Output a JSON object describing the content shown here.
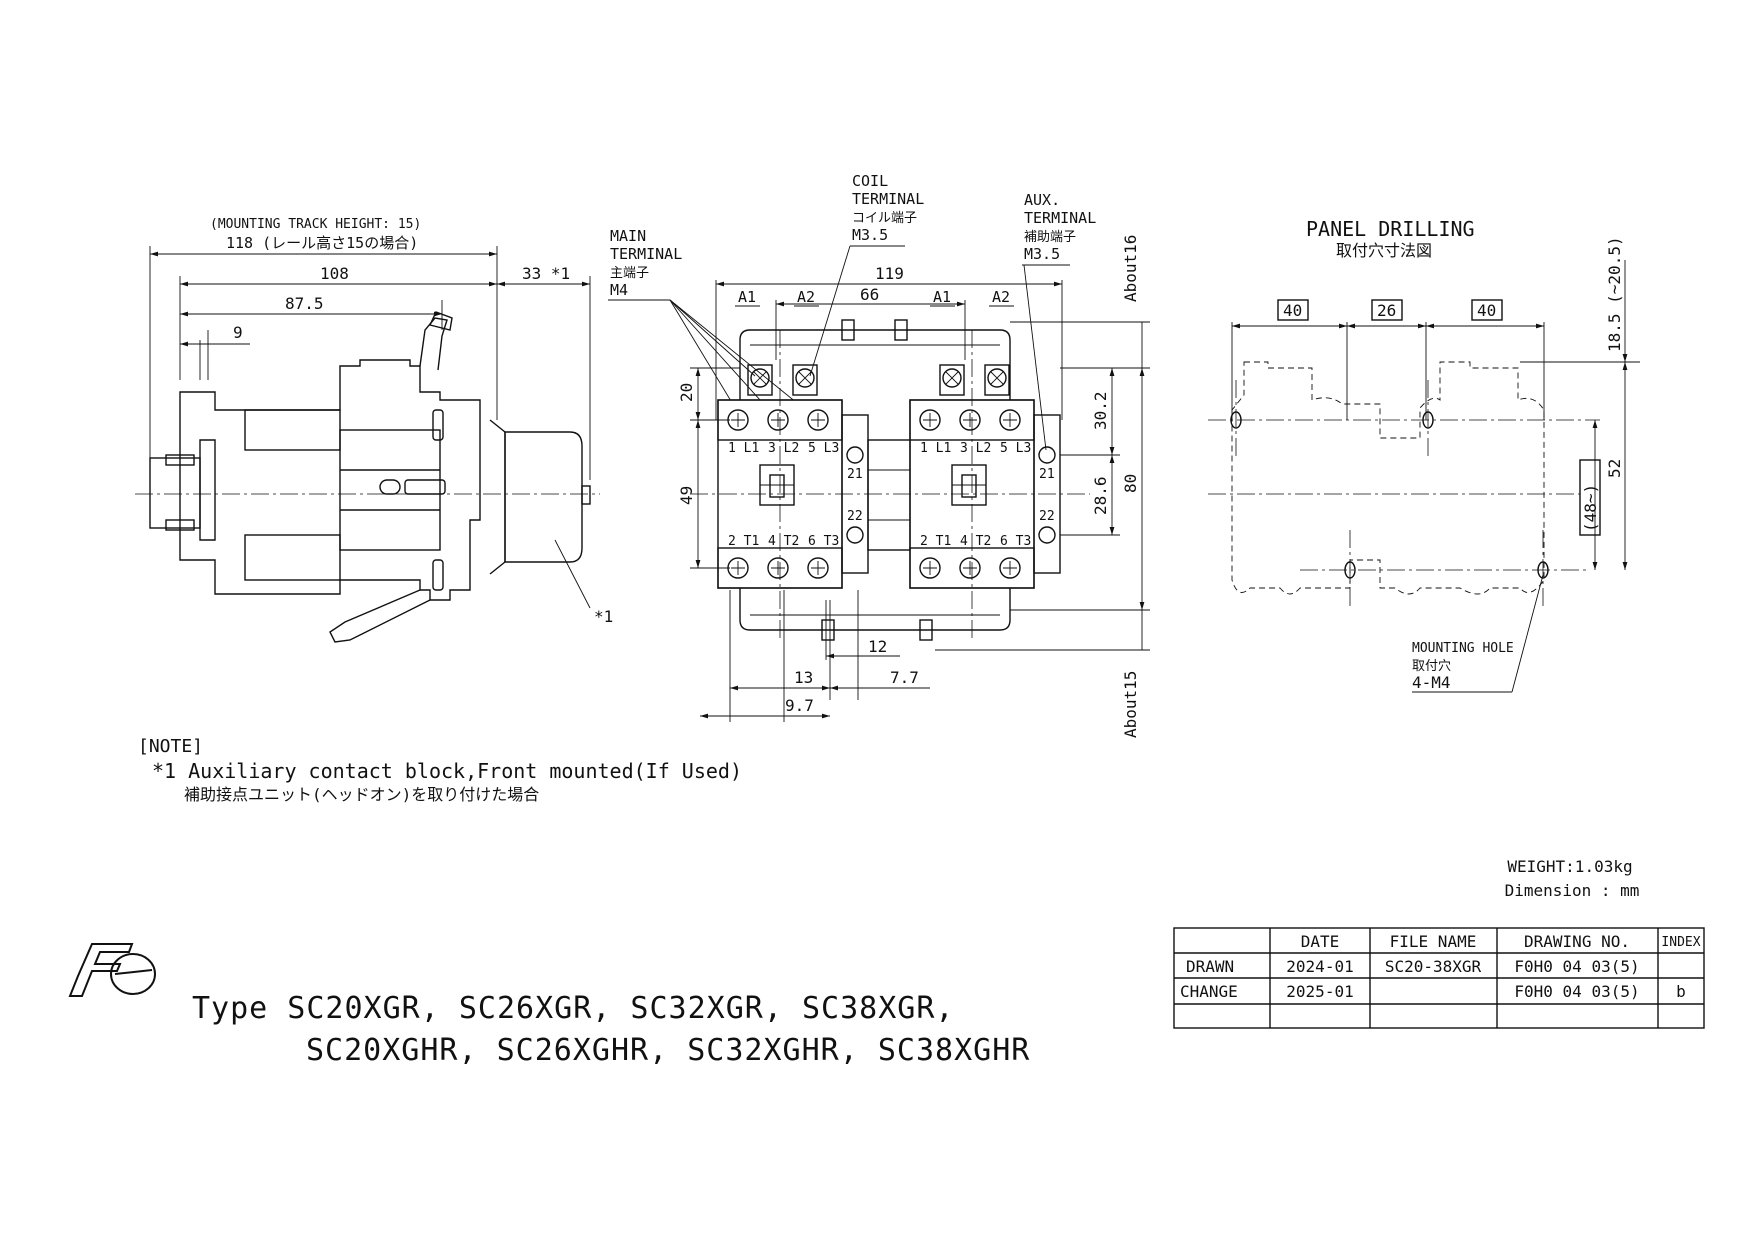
{
  "side_view": {
    "mount_label_en": "(MOUNTING TRACK HEIGHT: 15)",
    "mount_label_jp": "118 (レール高さ15の場合)",
    "dim_108": "108",
    "dim_87_5": "87.5",
    "dim_9": "9",
    "dim_33": "33 *1",
    "note_ref": "*1"
  },
  "front_view": {
    "coil_terminal": [
      "COIL",
      "TERMINAL",
      "コイル端子",
      "M3.5"
    ],
    "aux_terminal": [
      "AUX.",
      "TERMINAL",
      "補助端子",
      "M3.5"
    ],
    "main_terminal": [
      "MAIN",
      "TERMINAL",
      "主端子",
      "M4"
    ],
    "dim_119": "119",
    "dim_66": "66",
    "a1": "A1",
    "a2": "A2",
    "dim_20": "20",
    "dim_49": "49",
    "dim_30_2": "30.2",
    "dim_28_6": "28.6",
    "dim_80": "80",
    "about16": "About16",
    "about15": "About15",
    "dim_12": "12",
    "dim_13": "13",
    "dim_7_7": "7.7",
    "dim_9_7": "9.7",
    "terminal_top": [
      "1 L1",
      "3 L2",
      "5 L3"
    ],
    "terminal_bottom": [
      "2 T1",
      "4 T2",
      "6 T3"
    ],
    "aux_21": "21",
    "aux_22": "22"
  },
  "panel": {
    "title_en": "PANEL DRILLING",
    "title_jp": "取付穴寸法図",
    "dim_40a": "40",
    "dim_26": "26",
    "dim_40b": "40",
    "dim_18_5": "18.5 (~20.5)",
    "dim_52": "52",
    "dim_48": "(48~)",
    "hole_label": [
      "MOUNTING HOLE",
      "取付穴",
      "4-M4"
    ]
  },
  "note": {
    "header": "[NOTE]",
    "line1": "*1  Auxiliary contact block,Front mounted(If Used)",
    "line2": "補助接点ユニット(ヘッドオン)を取り付けた場合"
  },
  "specs": {
    "weight": "WEIGHT:1.03kg",
    "dimension": "Dimension : mm"
  },
  "title_block": {
    "headers": [
      "",
      "DATE",
      "FILE NAME",
      "DRAWING NO.",
      "INDEX"
    ],
    "rows": [
      [
        "DRAWN",
        "2024-01",
        "SC20-38XGR",
        "F0H0 04 03(5)",
        ""
      ],
      [
        "CHANGE",
        "2025-01",
        "",
        "F0H0 04 03(5)",
        "b"
      ],
      [
        "",
        "",
        "",
        "",
        ""
      ]
    ]
  },
  "type": {
    "line1": "Type SC20XGR, SC26XGR, SC32XGR, SC38XGR,",
    "line2": "SC20XGHR, SC26XGHR, SC32XGHR, SC38XGHR"
  },
  "logo": "Fe"
}
